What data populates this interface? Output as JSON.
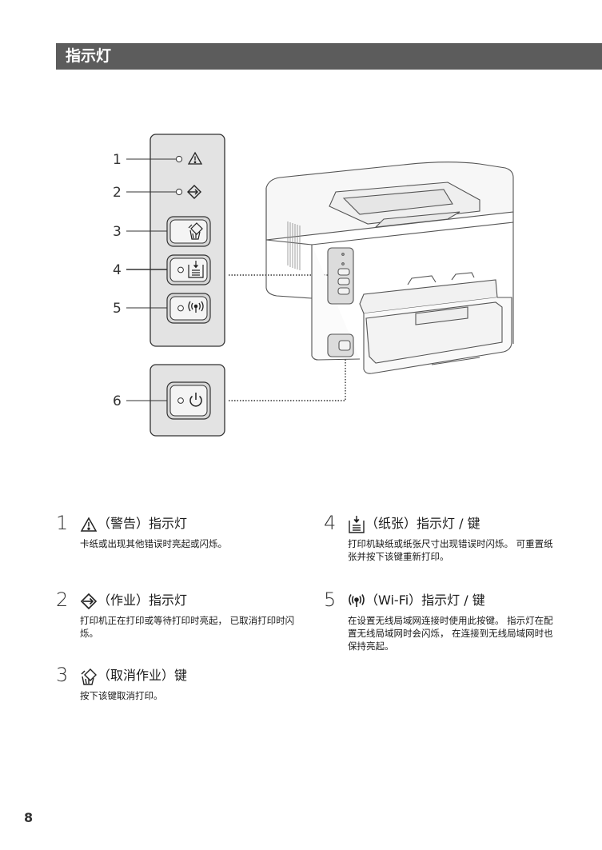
{
  "header": {
    "title": "指示灯"
  },
  "figure": {
    "callouts": [
      "1",
      "2",
      "3",
      "4",
      "5",
      "6"
    ]
  },
  "items": [
    {
      "number": "1",
      "icon": "warning-icon",
      "title": "（警告）指示灯",
      "desc": "卡纸或出现其他错误时亮起或闪烁。"
    },
    {
      "number": "2",
      "icon": "job-icon",
      "title": "（作业）指示灯",
      "desc": "打印机正在打印或等待打印时亮起， 已取消打印时闪烁。"
    },
    {
      "number": "3",
      "icon": "cancel-job-icon",
      "title": "（取消作业）键",
      "desc": "按下该键取消打印。"
    },
    {
      "number": "4",
      "icon": "paper-icon",
      "title": "（纸张）指示灯 / 键",
      "desc": "打印机缺纸或纸张尺寸出现错误时闪烁。 可重置纸张并按下该键重新打印。"
    },
    {
      "number": "5",
      "icon": "wifi-icon",
      "title": "（Wi-Fi）指示灯 / 键",
      "desc": "在设置无线局域网连接时使用此按键。 指示灯在配置无线局域网时会闪烁， 在连接到无线局域网时也保持亮起。"
    }
  ],
  "page_number": "8"
}
